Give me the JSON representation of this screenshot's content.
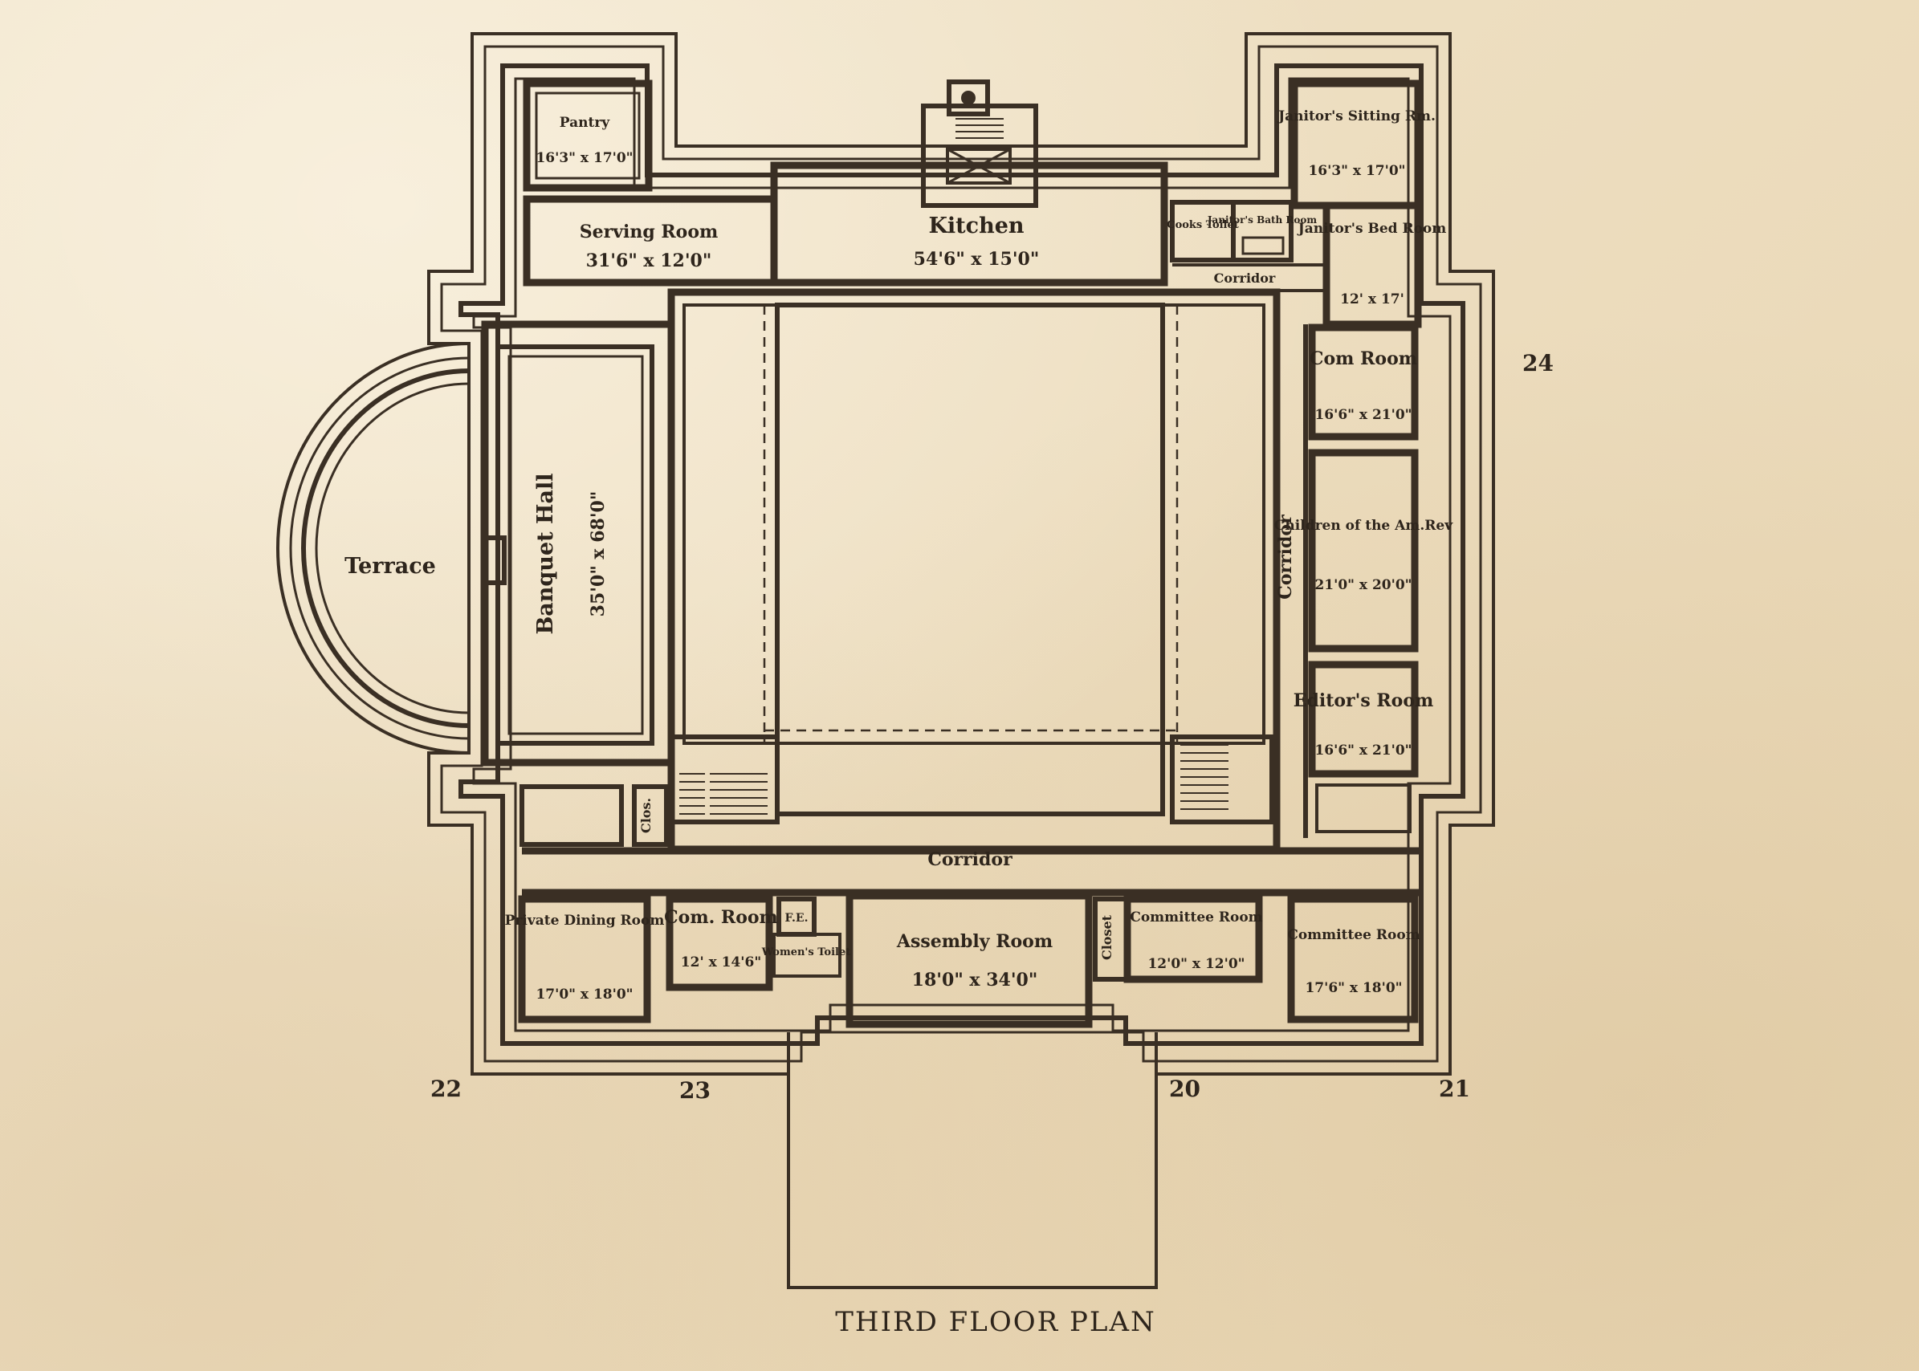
{
  "plan": {
    "title": "THIRD FLOOR PLAN",
    "grid_numbers": {
      "n24": "24",
      "n22": "22",
      "n23": "23",
      "n20": "20",
      "n21": "21"
    },
    "rooms": {
      "pantry": {
        "name": "Pantry",
        "size": "16'3\" x 17'0\""
      },
      "serving_room": {
        "name": "Serving Room",
        "size": "31'6\" x 12'0\""
      },
      "kitchen": {
        "name": "Kitchen",
        "size": "54'6\" x 15'0\""
      },
      "cooks_toilet": {
        "name": "Cooks Toilet"
      },
      "janitors_bath": {
        "name": "Janitor's Bath Room"
      },
      "janitors_sitting": {
        "name": "Janitor's Sitting Rm.",
        "size": "16'3\" x 17'0\""
      },
      "janitors_bed": {
        "name": "Janitor's Bed Room",
        "size": "12' x 17'"
      },
      "corridor_top": {
        "name": "Corridor"
      },
      "com_room_east": {
        "name": "Com Room",
        "size": "16'6\" x 21'0\""
      },
      "children_room": {
        "name": "Children of the Am.Rev",
        "size": "21'0\" x 20'0\""
      },
      "editors_room": {
        "name": "Editor's Room",
        "size": "16'6\" x 21'0\""
      },
      "corridor_east": {
        "name": "Corridor"
      },
      "banquet_hall": {
        "name": "Banquet Hall",
        "size": "35'0\" x 68'0\""
      },
      "terrace": {
        "name": "Terrace"
      },
      "clos": {
        "name": "Clos."
      },
      "corridor_main": {
        "name": "Corridor"
      },
      "private_dining": {
        "name": "Private Dining Room",
        "size": "17'0\" x 18'0\""
      },
      "com_room_south": {
        "name": "Com. Room",
        "size": "12' x 14'6\""
      },
      "fe": {
        "name": "F.E."
      },
      "womens_toilet": {
        "name": "Women's Toilet"
      },
      "assembly_room": {
        "name": "Assembly Room",
        "size": "18'0\" x 34'0\""
      },
      "closet": {
        "name": "Closet"
      },
      "committee_room_1": {
        "name": "Committee Room",
        "size": "12'0\" x 12'0\""
      },
      "committee_room_2": {
        "name": "Committee Room",
        "size": "17'6\" x 18'0\""
      }
    }
  }
}
